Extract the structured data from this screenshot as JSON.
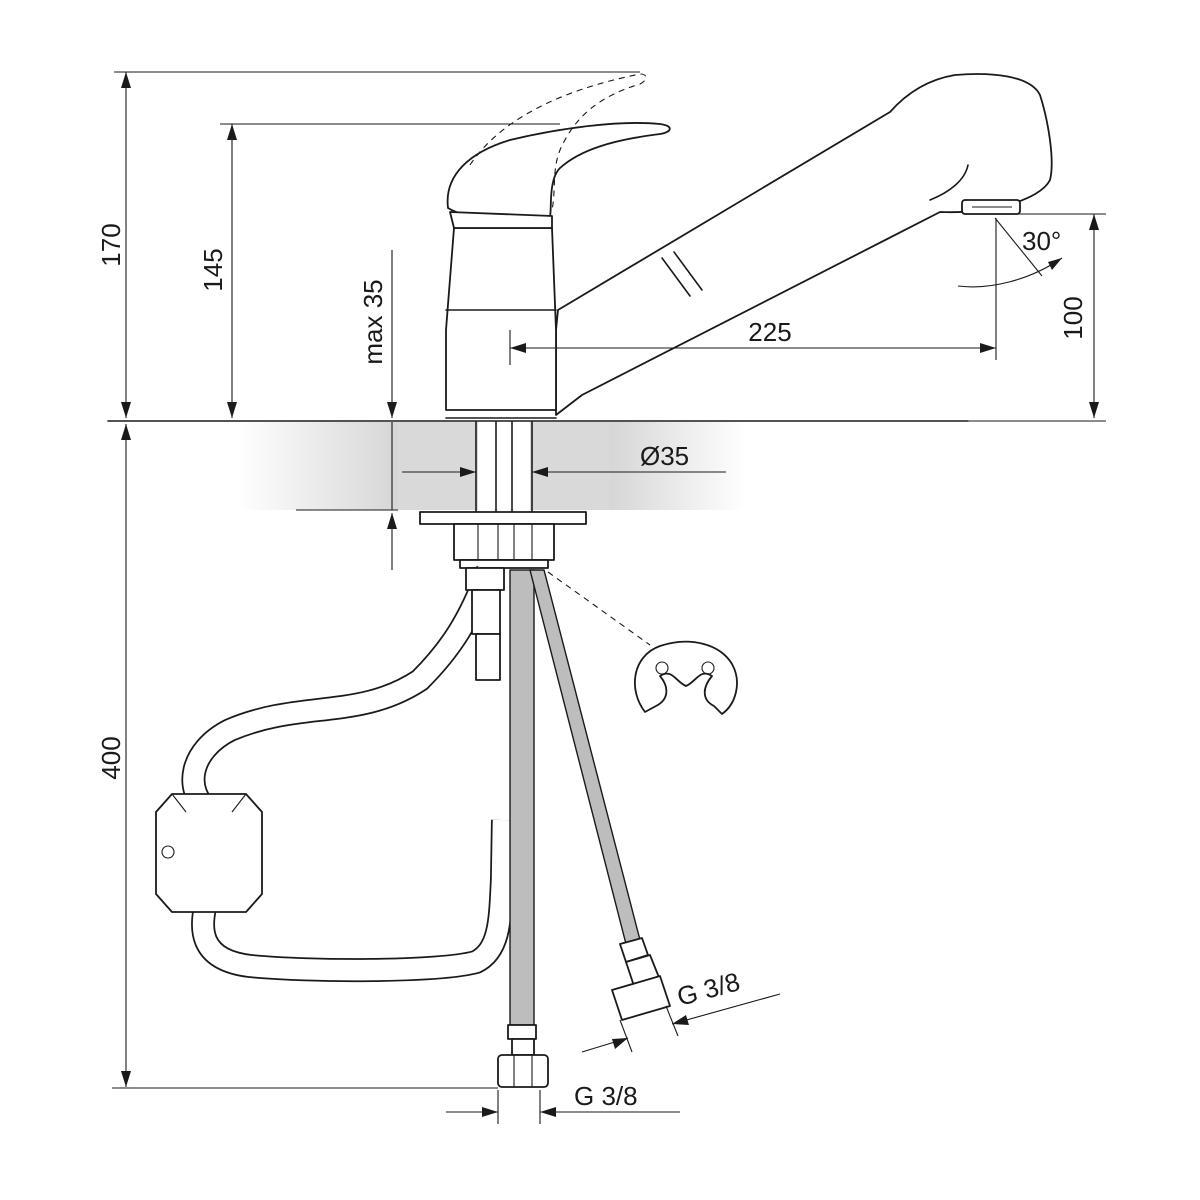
{
  "dimensions": {
    "total_height": "170",
    "lever_height": "145",
    "max_thickness": "max 35",
    "spout_reach": "225",
    "spout_clearance": "100",
    "spray_angle": "30°",
    "hole_diameter": "Ø35",
    "hose_length": "400",
    "thread_left": "G 3/8",
    "thread_right": "G 3/8"
  },
  "colors": {
    "line": "#1a1a1a",
    "worktop_shade": "#d9d9d9",
    "hose_fill": "#bdbdbd"
  }
}
